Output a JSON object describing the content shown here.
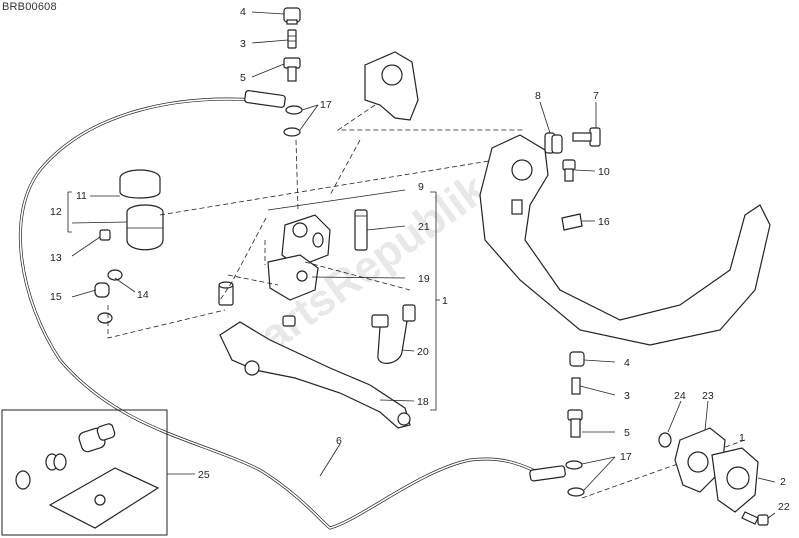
{
  "diagram_code": "BRB00608",
  "watermark": "PartsRepublik",
  "callouts": [
    {
      "id": "c4a",
      "label": "4"
    },
    {
      "id": "c3a",
      "label": "3"
    },
    {
      "id": "c5a",
      "label": "5"
    },
    {
      "id": "c17a",
      "label": "17"
    },
    {
      "id": "c8",
      "label": "8"
    },
    {
      "id": "c7",
      "label": "7"
    },
    {
      "id": "c10",
      "label": "10"
    },
    {
      "id": "c16",
      "label": "16"
    },
    {
      "id": "c9",
      "label": "9"
    },
    {
      "id": "c11",
      "label": "11"
    },
    {
      "id": "c12",
      "label": "12"
    },
    {
      "id": "c13",
      "label": "13"
    },
    {
      "id": "c21",
      "label": "21"
    },
    {
      "id": "c19",
      "label": "19"
    },
    {
      "id": "c1a",
      "label": "1"
    },
    {
      "id": "c15",
      "label": "15"
    },
    {
      "id": "c14",
      "label": "14"
    },
    {
      "id": "c20",
      "label": "20"
    },
    {
      "id": "c18",
      "label": "18"
    },
    {
      "id": "c6",
      "label": "6"
    },
    {
      "id": "c25",
      "label": "25"
    },
    {
      "id": "c4b",
      "label": "4"
    },
    {
      "id": "c3b",
      "label": "3"
    },
    {
      "id": "c5b",
      "label": "5"
    },
    {
      "id": "c17b",
      "label": "17"
    },
    {
      "id": "c24",
      "label": "24"
    },
    {
      "id": "c23",
      "label": "23"
    },
    {
      "id": "c1b",
      "label": "1"
    },
    {
      "id": "c2",
      "label": "2"
    },
    {
      "id": "c22",
      "label": "22"
    }
  ]
}
